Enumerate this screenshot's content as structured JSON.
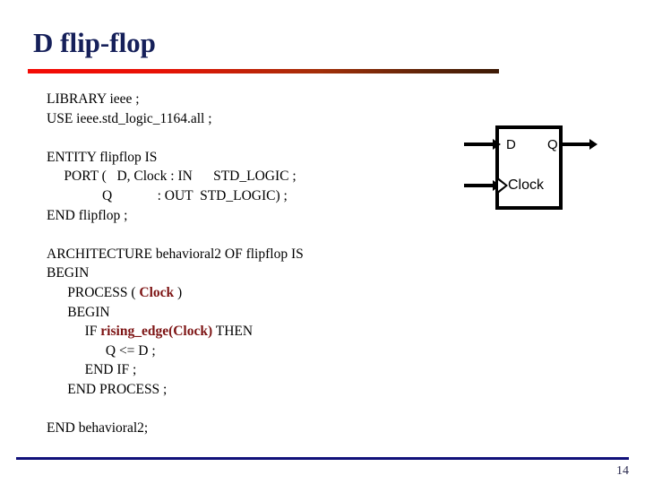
{
  "slide": {
    "title": "D flip-flop",
    "page_number": "14",
    "title_color": "#16205a",
    "rule_color_start": "#f40b05",
    "rule_color_end": "#3d1a06",
    "footer_rule_color": "#10107a",
    "keyword_highlight_color": "#7d1414"
  },
  "code": {
    "lines": [
      {
        "id": "library",
        "text": "LIBRARY ieee ;"
      },
      {
        "id": "use",
        "text": "USE ieee.std_logic_1164.all ;"
      },
      {
        "id": "blank1",
        "text": ""
      },
      {
        "id": "entity",
        "text": "ENTITY flipflop IS"
      },
      {
        "id": "port-in",
        "text": "     PORT (   D, Clock : IN      STD_LOGIC ;"
      },
      {
        "id": "port-out",
        "text": "                Q             : OUT  STD_LOGIC) ;"
      },
      {
        "id": "end-entity",
        "text": "END flipflop ;"
      },
      {
        "id": "blank2",
        "text": ""
      },
      {
        "id": "architecture",
        "text": "ARCHITECTURE behavioral2 OF flipflop IS"
      },
      {
        "id": "begin-arch",
        "text": "BEGIN"
      },
      {
        "id": "process",
        "pre": "      PROCESS ( ",
        "highlight": "Clock",
        "post": " )"
      },
      {
        "id": "begin-process",
        "text": "      BEGIN"
      },
      {
        "id": "if-rising-edge",
        "pre": "           IF ",
        "highlight": "rising_edge(Clock)",
        "post": " THEN"
      },
      {
        "id": "assign",
        "text": "                 Q <= D ;"
      },
      {
        "id": "end-if",
        "text": "           END IF ;"
      },
      {
        "id": "end-process",
        "text": "      END PROCESS ;"
      },
      {
        "id": "blank3",
        "text": ""
      },
      {
        "id": "end-arch",
        "text": "END behavioral2;"
      }
    ]
  },
  "symbol": {
    "input_d_label": "D",
    "output_q_label": "Q",
    "clock_label": "Clock"
  }
}
